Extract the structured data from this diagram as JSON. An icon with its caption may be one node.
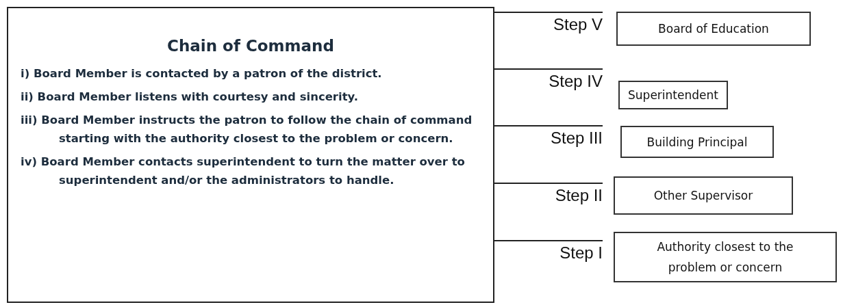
{
  "diagram": {
    "nodes": [
      {
        "text": [
          "Chain of Command",
          "i) Board Member is contacted by a patron of the district.",
          "ii) Board Member listens with courtesy and sincerity.",
          "iii) Board Member instructs the patron to follow the chain of command starting with the authority closest to the problem or concern.",
          "iv) Board Member contacts superintendent to turn the matter over to superintendent and/or the administrators to handle."
        ]
      },
      {
        "text": [
          "Step V"
        ]
      },
      {
        "text": [
          "Board of Education"
        ]
      },
      {
        "text": [
          "Step IV"
        ]
      },
      {
        "text": [
          "Superintendent"
        ]
      },
      {
        "text": [
          "Step III"
        ]
      },
      {
        "text": [
          "Building Principal"
        ]
      },
      {
        "text": [
          "Step II"
        ]
      },
      {
        "text": [
          "Other Supervisor"
        ]
      },
      {
        "text": [
          "Step I"
        ]
      },
      {
        "text": [
          "Authority closest to the problem or concern"
        ]
      }
    ],
    "edges": [
      {
        "from": 0,
        "to": 1,
        "arrow": "none"
      },
      {
        "from": 0,
        "to": 3,
        "arrow": "none"
      },
      {
        "from": 0,
        "to": 5,
        "arrow": "none"
      },
      {
        "from": 0,
        "to": 7,
        "arrow": "none"
      },
      {
        "from": 0,
        "to": 9,
        "arrow": "none"
      }
    ]
  }
}
